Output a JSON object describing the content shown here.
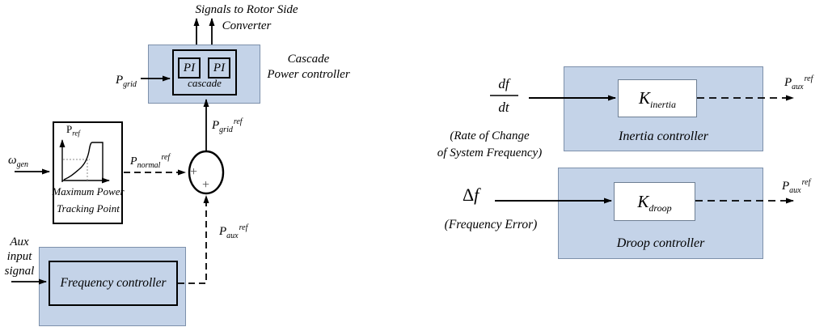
{
  "labels": {
    "signals_line1": "Signals to Rotor Side",
    "signals_line2": "Converter",
    "cascade_line1": "Cascade",
    "cascade_line2": "Power controller",
    "pi": "PI",
    "cascade_inner": "cascade",
    "p_grid": {
      "base": "P",
      "sub": "grid"
    },
    "p_ref": {
      "base": "P",
      "sub": "ref"
    },
    "omega_gen": {
      "base": "ω",
      "sub": "gen"
    },
    "p_normal_ref": {
      "base": "P",
      "sub": "normal",
      "sup": "ref"
    },
    "p_grid_ref": {
      "base": "P",
      "sub": "grid",
      "sup": "ref"
    },
    "p_aux_ref": {
      "base": "P",
      "sub": "aux",
      "sup": "ref"
    },
    "mppt_line1": "Maximum Power",
    "mppt_line2": "Tracking Point",
    "plus": "+",
    "aux_line1": "Aux",
    "aux_line2": "input",
    "aux_line3": "signal",
    "frequency_controller": "Frequency controller",
    "df": "df",
    "dt": "dt",
    "rate_line1": "(Rate of Change",
    "rate_line2": "of System Frequency)",
    "k_inertia": {
      "base": "K",
      "sub": "inertia"
    },
    "inertia_controller": "Inertia controller",
    "delta_f": {
      "delta": "Δ",
      "f": "f"
    },
    "freq_error": "(Frequency Error)",
    "k_droop": {
      "base": "K",
      "sub": "droop"
    },
    "droop_controller": "Droop controller"
  },
  "colors": {
    "block_fill": "#c4d3e8",
    "block_border": "#7d90ab",
    "gain_box_border": "#6e7f94",
    "line": "#000000",
    "plus_sign": "#4a4a4a"
  }
}
